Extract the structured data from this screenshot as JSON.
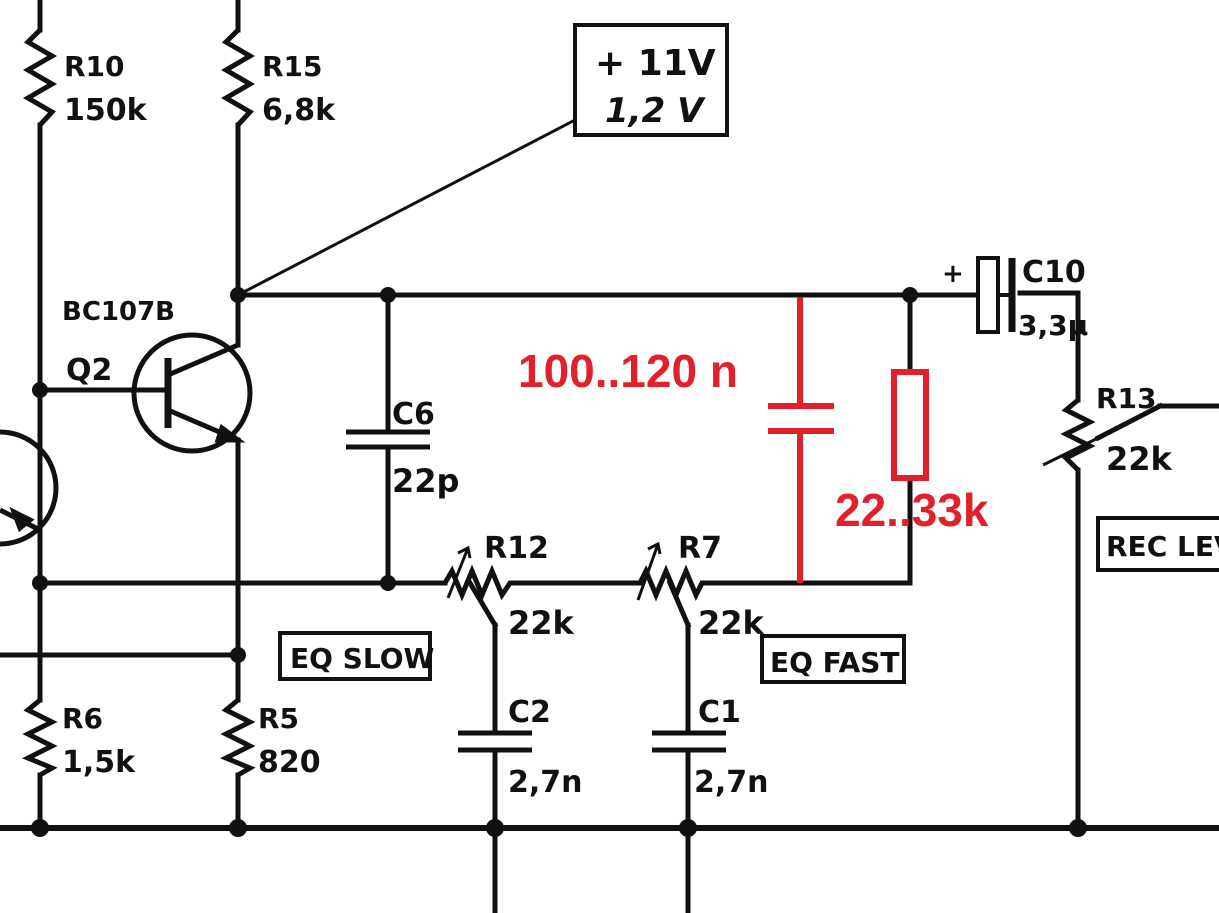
{
  "colors": {
    "ink": "#111111",
    "annotation": "#e0202a",
    "background": "#ffffff"
  },
  "labels": {
    "r10": "R10",
    "r10_value": "150k",
    "r15": "R15",
    "r15_value": "6,8k",
    "voltage_top": "+ 11V",
    "voltage_bottom": "1,2 V",
    "transistor_type": "BC107B",
    "transistor_ref": "Q2",
    "c6": "C6",
    "c6_value": "22p",
    "c10_polarity": "+",
    "c10": "C10",
    "c10_value": "3,3µ",
    "r13": "R13",
    "r13_value": "22k",
    "rec_level": "REC LEV",
    "r12": "R12",
    "r12_value": "22k",
    "r7": "R7",
    "r7_value": "22k",
    "eq_slow": "EQ SLOW",
    "eq_fast": "EQ FAST",
    "r6": "R6",
    "r6_value": "1,5k",
    "r5": "R5",
    "r5_value": "820",
    "c2": "C2",
    "c2_value": "2,7n",
    "c1": "C1",
    "c1_value": "2,7n"
  },
  "annotations": {
    "capacitor_value": "100..120 n",
    "resistor_value": "22..33k"
  }
}
